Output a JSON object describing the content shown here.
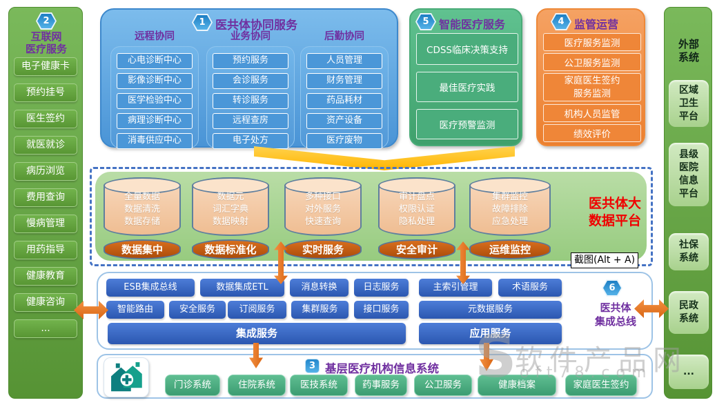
{
  "left_sidebar": {
    "badge": "2",
    "title_line1": "互联网",
    "title_line2": "医疗服务",
    "items": [
      "电子健康卡",
      "预约挂号",
      "医生签约",
      "就医就诊",
      "病历浏览",
      "费用查询",
      "慢病管理",
      "用药指导",
      "健康教育",
      "健康咨询",
      "..."
    ]
  },
  "collab_panel": {
    "badge": "1",
    "title": "医共体协同服务",
    "columns": [
      {
        "header": "远程协同",
        "items": [
          "心电诊断中心",
          "影像诊断中心",
          "医学检验中心",
          "病理诊断中心",
          "消毒供应中心"
        ]
      },
      {
        "header": "业务协同",
        "items": [
          "预约服务",
          "会诊服务",
          "转诊服务",
          "远程查房",
          "电子处方"
        ]
      },
      {
        "header": "后勤协同",
        "items": [
          "人员管理",
          "财务管理",
          "药品耗材",
          "资产设备",
          "医疗废物"
        ]
      }
    ]
  },
  "smart_panel": {
    "badge": "5",
    "title": "智能医疗服务",
    "items": [
      "CDSS临床决策支持",
      "最佳医疗实践",
      "医疗预警监测"
    ]
  },
  "regulate_panel": {
    "badge": "4",
    "title": "监管运营",
    "items": [
      "医疗服务监测",
      "公卫服务监测",
      "家庭医生签约服务监测",
      "机构人员监管",
      "绩效评价"
    ]
  },
  "right_sidebar": {
    "title": "外部系统",
    "items": [
      "区域卫生平台",
      "县级医院信息平台",
      "社保系统",
      "民政系统",
      "..."
    ]
  },
  "bigdata_platform": {
    "title_line1": "医共体大",
    "title_line2": "数据平台",
    "cylinders": [
      {
        "lines": "全量数据\n数据清洗\n数据存储",
        "label": "数据集中"
      },
      {
        "lines": "数据元\n词汇字典\n数据映射",
        "label": "数据标准化"
      },
      {
        "lines": "多种接口\n对外服务\n快速查询",
        "label": "实时服务"
      },
      {
        "lines": "审计盘点\n权限认证\n隐私处理",
        "label": "安全审计"
      },
      {
        "lines": "集群监控\n故障排除\n应急处理",
        "label": "运维监控"
      }
    ]
  },
  "screenshot_tooltip": "截图(Alt + A)",
  "bus_panel": {
    "badge": "6",
    "title_line1": "医共体",
    "title_line2": "集成总线",
    "row1_left": [
      "ESB集成总线",
      "数据集成ETL",
      "消息转换",
      "日志服务"
    ],
    "row1_right": [
      "主索引管理",
      "术语服务"
    ],
    "row2_left": [
      "智能路由",
      "安全服务",
      "订阅服务",
      "集群服务",
      "接口服务"
    ],
    "row2_right": "元数据服务",
    "bar_left": "集成服务",
    "bar_right": "应用服务"
  },
  "base_panel": {
    "badge": "3",
    "title": "基层医疗机构信息系统",
    "items": [
      "门诊系统",
      "住院系统",
      "医技系统",
      "药事服务",
      "公卫服务",
      "健康档案",
      "家庭医生签约"
    ]
  },
  "watermark": {
    "s": "S",
    "cn": "软件产品网",
    "latin": "oft78.com"
  },
  "colors": {
    "sidebar_green": "#66a844",
    "blue_panel": "#4f9bd9",
    "green_panel": "#4cb07e",
    "orange_panel": "#f08c42",
    "bus_blue": "#3a66c4",
    "bottom_green": "#4aae80",
    "accent_orange": "#e87722",
    "yellow_arrow": "#ffc000",
    "platform_bg": "#a9d18e",
    "cylinder_light": "#f4c6a0",
    "cylinder_dark": "#bf5913",
    "title_purple": "#7030a0",
    "platform_title_red": "#ff0000",
    "badge_blue": "#2f9bd8",
    "dashed_border": "#4472c4"
  }
}
